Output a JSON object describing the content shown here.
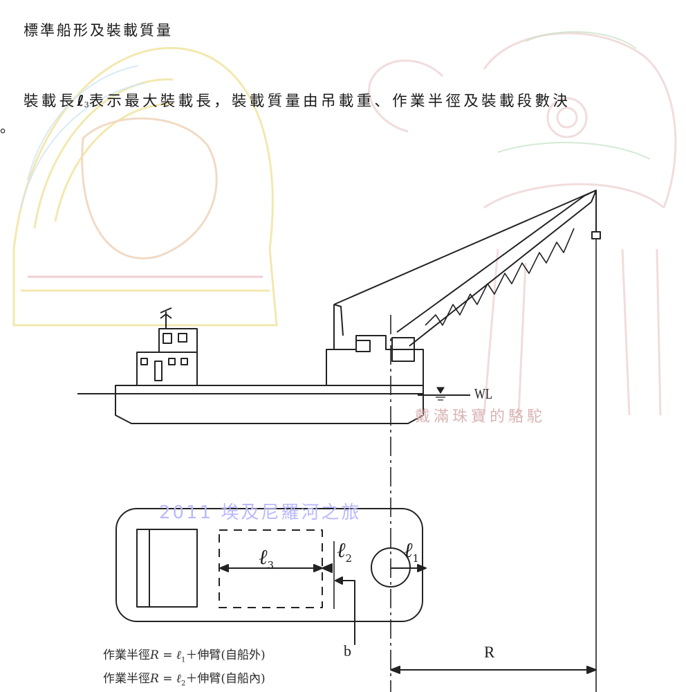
{
  "document": {
    "heading": "標準船形及裝載質量",
    "paragraph": {
      "lead": "裝載長",
      "symbol": "ℓ",
      "subscript": "3",
      "rest": "表示最大裝載長，裝載質量由吊載重、作業半徑及裝載段數決",
      "continuation": "。"
    }
  },
  "diagram": {
    "water_line_label": "WL",
    "top_view": {
      "l3_label": "ℓ",
      "l3_sub": "3",
      "l2_label": "ℓ",
      "l2_sub": "2",
      "l1_label": "ℓ",
      "l1_sub": "1"
    },
    "b_label": "b",
    "radius_label": "R",
    "formula_1": {
      "prefix": "作業半徑",
      "var": "R",
      "eq": " = ",
      "ell": "ℓ",
      "sub": "1",
      "suffix": "＋伸臂(自船外)"
    },
    "formula_2": {
      "prefix": "作業半徑",
      "var": "R",
      "eq": " = ",
      "ell": "ℓ",
      "sub": "2",
      "suffix": "＋伸臂(自船內)"
    }
  },
  "watermarks": {
    "year_trip": "2011 埃及尼羅河之旅",
    "camel": "戴滿珠寶的駱駝"
  },
  "colors": {
    "line": "#222222",
    "watermark_blue": "#b9b9ff",
    "watermark_red": "#d9b3b3"
  }
}
